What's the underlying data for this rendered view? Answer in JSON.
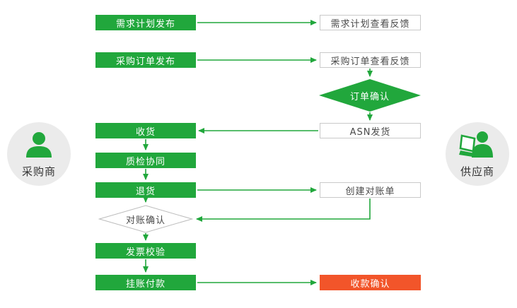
{
  "palette": {
    "green": "#21a73c",
    "red": "#f2552a",
    "box_border": "#c9c9c9",
    "text_dark": "#4a4a4a",
    "circle_bg": "#ebebeb"
  },
  "actors": {
    "buyer": {
      "label": "采购商"
    },
    "supplier": {
      "label": "供应商"
    }
  },
  "nodes": {
    "demand_plan_release": {
      "label": "需求计划发布"
    },
    "demand_plan_feedback": {
      "label": "需求计划查看反馈"
    },
    "po_release": {
      "label": "采购订单发布"
    },
    "po_feedback": {
      "label": "采购订单查看反馈"
    },
    "order_confirm": {
      "label": "订单确认"
    },
    "receive_goods": {
      "label": "收货"
    },
    "asn_ship": {
      "label": "ASN发货"
    },
    "quality_check": {
      "label": "质检协同"
    },
    "return_goods": {
      "label": "退货"
    },
    "create_statement": {
      "label": "创建对账单"
    },
    "reconcile_confirm": {
      "label": "对账确认"
    },
    "invoice_verify": {
      "label": "发票校验"
    },
    "book_payment": {
      "label": "挂账付款"
    },
    "receipt_confirm": {
      "label": "收款确认"
    }
  }
}
